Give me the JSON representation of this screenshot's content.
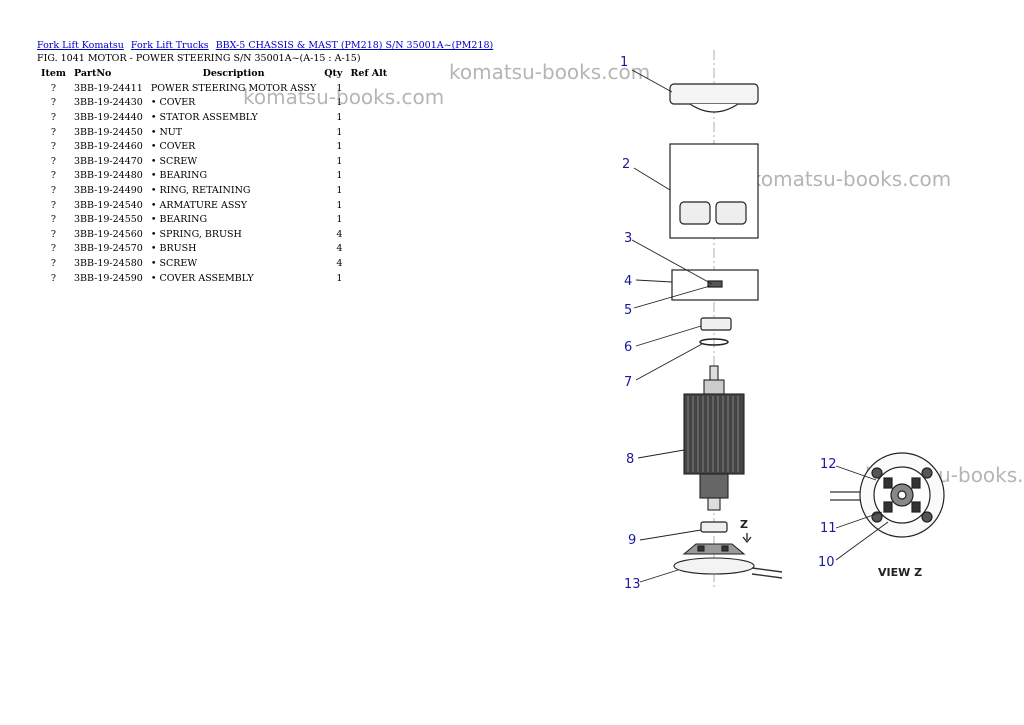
{
  "breadcrumb": {
    "links": [
      "Fork Lift Komatsu",
      "Fork Lift Trucks",
      "BBX-5 CHASSIS & MAST (PM218) S/N 35001A~(PM218)"
    ]
  },
  "figure_title": "FIG. 1041 MOTOR - POWER STEERING S/N 35001A~(A-15 : A-15)",
  "table": {
    "headers": [
      "Item",
      "PartNo",
      "Description",
      "Qty",
      "Ref Alt"
    ],
    "rows": [
      {
        "item": "?",
        "part": "3BB-19-24411",
        "desc": "POWER STEERING MOTOR ASSY",
        "qty": "1"
      },
      {
        "item": "?",
        "part": "3BB-19-24430",
        "desc": "• COVER",
        "qty": "1"
      },
      {
        "item": "?",
        "part": "3BB-19-24440",
        "desc": "• STATOR ASSEMBLY",
        "qty": "1"
      },
      {
        "item": "?",
        "part": "3BB-19-24450",
        "desc": "• NUT",
        "qty": "1"
      },
      {
        "item": "?",
        "part": "3BB-19-24460",
        "desc": "• COVER",
        "qty": "1"
      },
      {
        "item": "?",
        "part": "3BB-19-24470",
        "desc": "• SCREW",
        "qty": "1"
      },
      {
        "item": "?",
        "part": "3BB-19-24480",
        "desc": "• BEARING",
        "qty": "1"
      },
      {
        "item": "?",
        "part": "3BB-19-24490",
        "desc": "• RING, RETAINING",
        "qty": "1"
      },
      {
        "item": "?",
        "part": "3BB-19-24540",
        "desc": "• ARMATURE ASSY",
        "qty": "1"
      },
      {
        "item": "?",
        "part": "3BB-19-24550",
        "desc": "• BEARING",
        "qty": "1"
      },
      {
        "item": "?",
        "part": "3BB-19-24560",
        "desc": "• SPRING, BRUSH",
        "qty": "4"
      },
      {
        "item": "?",
        "part": "3BB-19-24570",
        "desc": "• BRUSH",
        "qty": "4"
      },
      {
        "item": "?",
        "part": "3BB-19-24580",
        "desc": "• SCREW",
        "qty": "4"
      },
      {
        "item": "?",
        "part": "3BB-19-24590",
        "desc": "• COVER ASSEMBLY",
        "qty": "1"
      }
    ]
  },
  "watermark": "komatsu-books.com",
  "diagram": {
    "callouts": [
      "1",
      "2",
      "3",
      "4",
      "5",
      "6",
      "7",
      "8",
      "9",
      "10",
      "11",
      "12",
      "13"
    ],
    "view_label": "VIEW  Z",
    "z_mark": "Z"
  },
  "colors": {
    "link": "#0000cc",
    "callout": "#1a1a9a",
    "watermark": "#888888"
  }
}
